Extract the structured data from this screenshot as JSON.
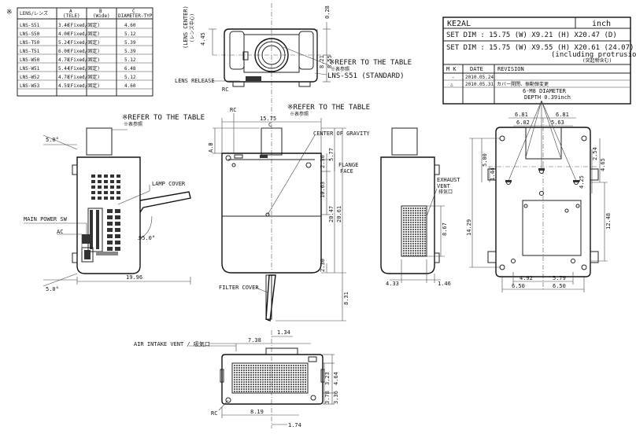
{
  "lens_table": {
    "mark": "※",
    "headers": [
      "LENS/レンズ",
      "A",
      "B",
      "C"
    ],
    "subheaders": [
      "",
      "(TELE)",
      "(Wide)",
      "DIAMETER-TYP"
    ],
    "rows": [
      [
        "LNS-S51",
        "3.46",
        "(Fixed/固定)",
        "4.60"
      ],
      [
        "LNS-S50",
        "4.00",
        "(Fixed/固定)",
        "5.12"
      ],
      [
        "LNS-T50",
        "5.24",
        "(Fixed/固定)",
        "5.39"
      ],
      [
        "LNS-T51",
        "6.00",
        "(Fixed/固定)",
        "5.39"
      ],
      [
        "LNS-W50",
        "4.78",
        "(Fixed/固定)",
        "5.12"
      ],
      [
        "LNS-W51",
        "5.44",
        "(Fixed/固定)",
        "6.48"
      ],
      [
        "LNS-W52",
        "4.78",
        "(Fixed/固定)",
        "5.12"
      ],
      [
        "LNS-W53",
        "4.59",
        "(Fixed/固定)",
        "4.60"
      ]
    ]
  },
  "title_block": {
    "model": "KE2AL",
    "unit": "inch",
    "dim1": "SET DIM : 15.75 (W) X9.21 (H) X20.47 (D)",
    "dim2": "SET DIM : 15.75 (W) X9.55 (H) X20.61 (24.07) (D)",
    "dim2_note": "(including protrusion)",
    "dim2_note_jp": "(突起物含む)",
    "rev_headers": [
      "M K",
      "DATE",
      "REVISION"
    ],
    "revisions": [
      {
        "mk": "-",
        "date": "2010.05.24",
        "rev": ""
      },
      {
        "mk": "△",
        "date": "2010.05.31",
        "rev": "カバー開閉、振動弾変更"
      }
    ]
  },
  "front_view": {
    "lens_center": "(LENS CENTER)",
    "lens_center_jp": "(レンズ中心)",
    "dim_445": "4.45",
    "dim_028": "0.28",
    "dim_821": "8.21",
    "dim_855": "8.55",
    "refer": "※REFER TO THE TABLE",
    "refer_jp": "※表参照",
    "lens_std": "LNS-S51 (STANDARD)",
    "lens_release": "LENS RELEASE",
    "rc": "RC"
  },
  "top_view": {
    "refer": "※REFER TO THE TABLE",
    "refer_jp": "※表参照",
    "rc": "RC",
    "dim_1575": "15.75",
    "c": "C",
    "center_gravity": "CENTER OF GRAVITY",
    "flange": "FLANGE",
    "face": "FACE",
    "ab": "A.B",
    "dim_230a": "2.30",
    "dim_577": "5.77",
    "dim_1063": "10.63",
    "dim_2047": "20.47",
    "dim_2061": "20.61",
    "dim_230b": "2.30",
    "dim_831": "8.31",
    "filter_cover": "FILTER COVER"
  },
  "left_view": {
    "refer": "※REFER TO THE TABLE",
    "refer_jp": "※表参照",
    "angle_top": "5.0°",
    "angle_bot": "5.0°",
    "lamp_cover": "LAMP COVER",
    "main_power": "MAIN POWER SW",
    "ac": "AC",
    "angle_lamp": "95.0°",
    "dim_1996": "19.96"
  },
  "right_view": {
    "exhaust": "EXHAUST",
    "vent": "VENT",
    "vent_jp": "排気口",
    "dim_867": "8.67",
    "dim_433": "4.33",
    "dim_146": "1.46"
  },
  "bottom_view": {
    "air_intake": "AIR INTAKE VENT / 吸気口",
    "dim_738": "7.38",
    "dim_134": "1.34",
    "dim_323": "3.23",
    "dim_464": "4.64",
    "dim_378": "3.78",
    "dim_336": "3.36",
    "dim_819": "8.19",
    "dim_174": "1.74",
    "rc": "RC"
  },
  "underside_view": {
    "m8": "6-M8 DIAMETER",
    "depth": "DEPTH 0.39inch",
    "dim_681a": "6.81",
    "dim_681b": "6.81",
    "dim_602": "6.02",
    "dim_563": "5.63",
    "dim_500": "5.00",
    "dim_144": "1.44",
    "dim_254": "2.54",
    "dim_465": "4.65",
    "dim_425": "4.25",
    "dim_1248": "12.48",
    "dim_1429": "14.29",
    "dim_492": "4.92",
    "dim_579": "5.79",
    "dim_650a": "6.50",
    "dim_650b": "6.50"
  }
}
